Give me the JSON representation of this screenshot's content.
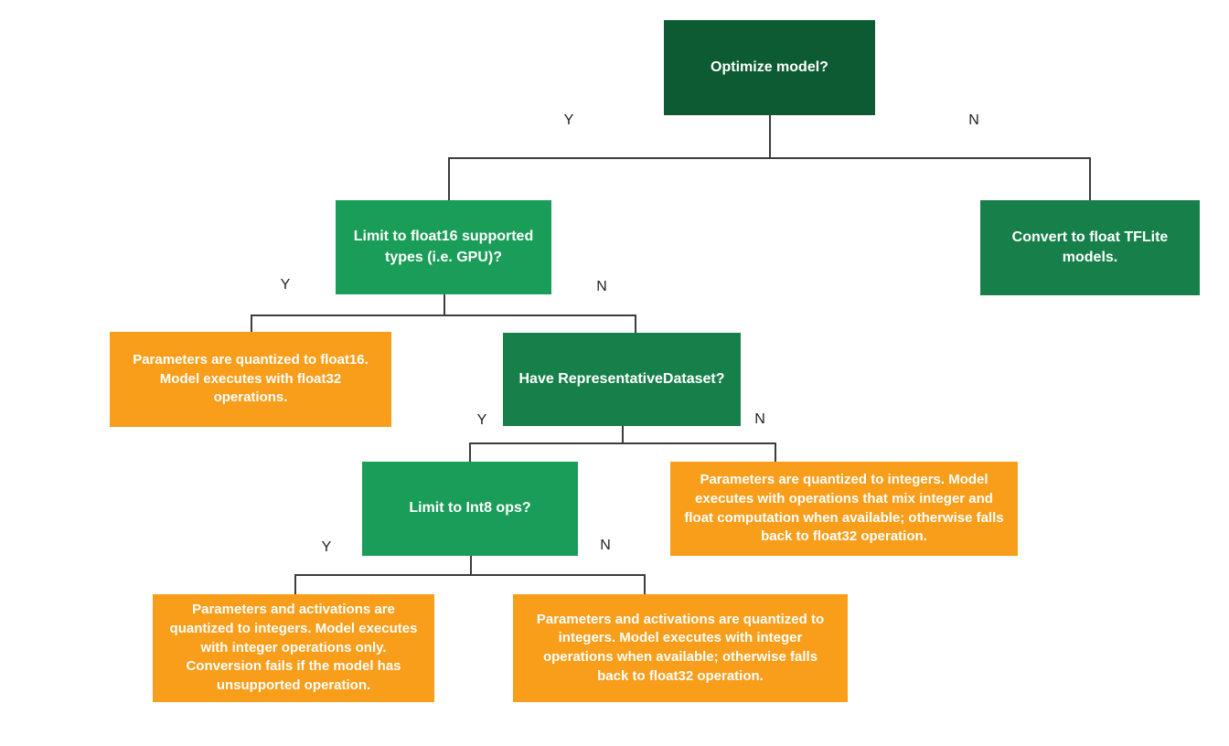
{
  "colors": {
    "dark_green": "#0d5b33",
    "mid_green": "#17804a",
    "light_green": "#1a9d58",
    "orange": "#f99e1b",
    "line": "#3c3c3c",
    "node_text": "#ffffff",
    "branch_text": "#1f1f1f",
    "background": "#ffffff"
  },
  "nodes": {
    "optimize": {
      "label": "Optimize model?",
      "kind": "decision",
      "color": "#0d5b33"
    },
    "limit_float16": {
      "label": "Limit to float16 supported types (i.e. GPU)?",
      "kind": "decision",
      "color": "#1a9d58"
    },
    "convert_float": {
      "label": "Convert to float TFLite models.",
      "kind": "outcome",
      "color": "#17804a"
    },
    "quant_float16": {
      "label": "Parameters are quantized to float16. Model executes with float32 operations.",
      "kind": "outcome",
      "color": "#f99e1b"
    },
    "have_dataset": {
      "label": "Have RepresentativeDataset?",
      "kind": "decision",
      "color": "#17804a"
    },
    "limit_int8": {
      "label": "Limit to Int8 ops?",
      "kind": "decision",
      "color": "#1a9d58"
    },
    "quant_int_mixed": {
      "label": "Parameters are quantized to integers. Model executes with operations that mix integer and float computation when available; otherwise falls back to float32 operation.",
      "kind": "outcome",
      "color": "#f99e1b"
    },
    "quant_int_only": {
      "label": "Parameters and activations are quantized to integers. Model executes with integer operations only. Conversion fails if the model has unsupported operation.",
      "kind": "outcome",
      "color": "#f99e1b"
    },
    "quant_int_fallback": {
      "label": "Parameters and activations are quantized to integers. Model executes with integer operations when available; otherwise falls back to float32 operation.",
      "kind": "outcome",
      "color": "#f99e1b"
    }
  },
  "edges": [
    {
      "from": "optimize",
      "to": "limit_float16",
      "label": "Y"
    },
    {
      "from": "optimize",
      "to": "convert_float",
      "label": "N"
    },
    {
      "from": "limit_float16",
      "to": "quant_float16",
      "label": "Y"
    },
    {
      "from": "limit_float16",
      "to": "have_dataset",
      "label": "N"
    },
    {
      "from": "have_dataset",
      "to": "limit_int8",
      "label": "Y"
    },
    {
      "from": "have_dataset",
      "to": "quant_int_mixed",
      "label": "N"
    },
    {
      "from": "limit_int8",
      "to": "quant_int_only",
      "label": "Y"
    },
    {
      "from": "limit_int8",
      "to": "quant_int_fallback",
      "label": "N"
    }
  ]
}
